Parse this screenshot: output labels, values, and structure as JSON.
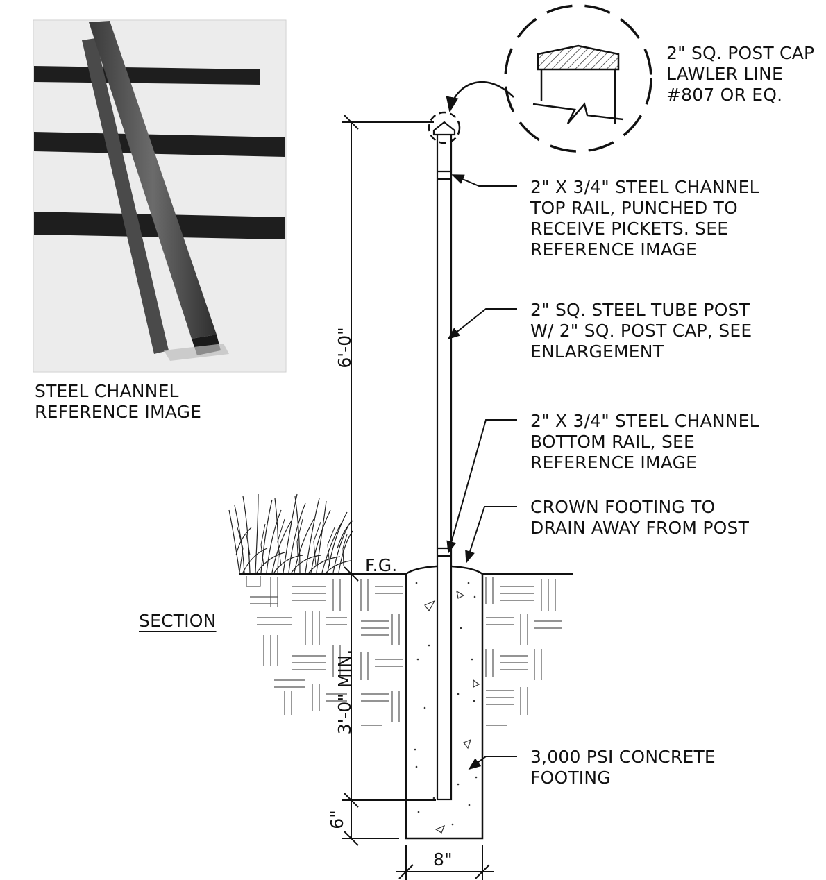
{
  "reference_image": {
    "caption_line1": "STEEL CHANNEL",
    "caption_line2": "REFERENCE IMAGE"
  },
  "callouts": {
    "post_cap": [
      "2\" SQ. POST CAP",
      "LAWLER LINE",
      "#807 OR EQ."
    ],
    "top_rail": [
      "2\" X 3/4\" STEEL CHANNEL",
      "TOP RAIL, PUNCHED TO",
      "RECEIVE PICKETS. SEE",
      "REFERENCE IMAGE"
    ],
    "tube_post": [
      "2\" SQ. STEEL TUBE POST",
      "W/ 2\" SQ. POST CAP, SEE",
      "ENLARGEMENT"
    ],
    "bottom_rail": [
      "2\" X 3/4\" STEEL CHANNEL",
      "BOTTOM RAIL, SEE",
      "REFERENCE IMAGE"
    ],
    "crown": [
      "CROWN FOOTING TO",
      "DRAIN AWAY FROM POST"
    ],
    "concrete": [
      "3,000 PSI CONCRETE",
      "FOOTING"
    ]
  },
  "labels": {
    "finished_grade": "F.G.",
    "section": "SECTION"
  },
  "dimensions": {
    "post_height": "6'-0\"",
    "embed_depth": "3'-0\" MIN.",
    "footing_below": "6\"",
    "footing_width": "8\""
  }
}
